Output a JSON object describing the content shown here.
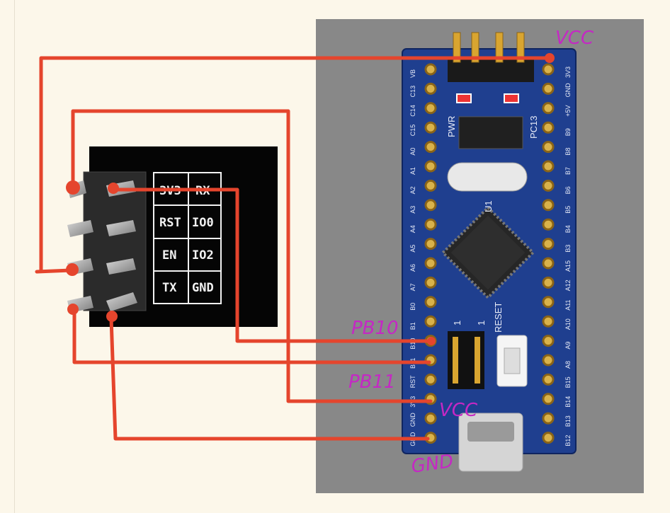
{
  "esp_module": {
    "labels": [
      [
        "3V3",
        "RX"
      ],
      [
        "RST",
        "IO0"
      ],
      [
        "EN",
        "IO2"
      ],
      [
        "TX",
        "GND"
      ]
    ]
  },
  "board": {
    "left_pins": [
      "VB",
      "C13",
      "C14",
      "C15",
      "A0",
      "A1",
      "A2",
      "A3",
      "A4",
      "A5",
      "A6",
      "A7",
      "B0",
      "B1",
      "B10",
      "B11",
      "RST",
      "3V3",
      "GND",
      "GND"
    ],
    "right_pins": [
      "3V3",
      "GND",
      "+5V",
      "B9",
      "B8",
      "B7",
      "B6",
      "B5",
      "B4",
      "B3",
      "A15",
      "A12",
      "A11",
      "A10",
      "A9",
      "A8",
      "B15",
      "B14",
      "B13",
      "B12"
    ],
    "pwr_label": "PWR",
    "pc13_label": "PC13",
    "reset_label": "RESET",
    "u1_label": "U1",
    "boot_one_a": "1",
    "boot_one_b": "1"
  },
  "annotations": {
    "vcc_top": "VCC",
    "pb10": "PB10",
    "pb11": "PB11",
    "vcc_bottom": "VCC",
    "gnd": "GND"
  },
  "colors": {
    "wire": "#e5452d",
    "handwriting": "#c528c4",
    "board": "#1f3f8f",
    "module": "#050505"
  }
}
